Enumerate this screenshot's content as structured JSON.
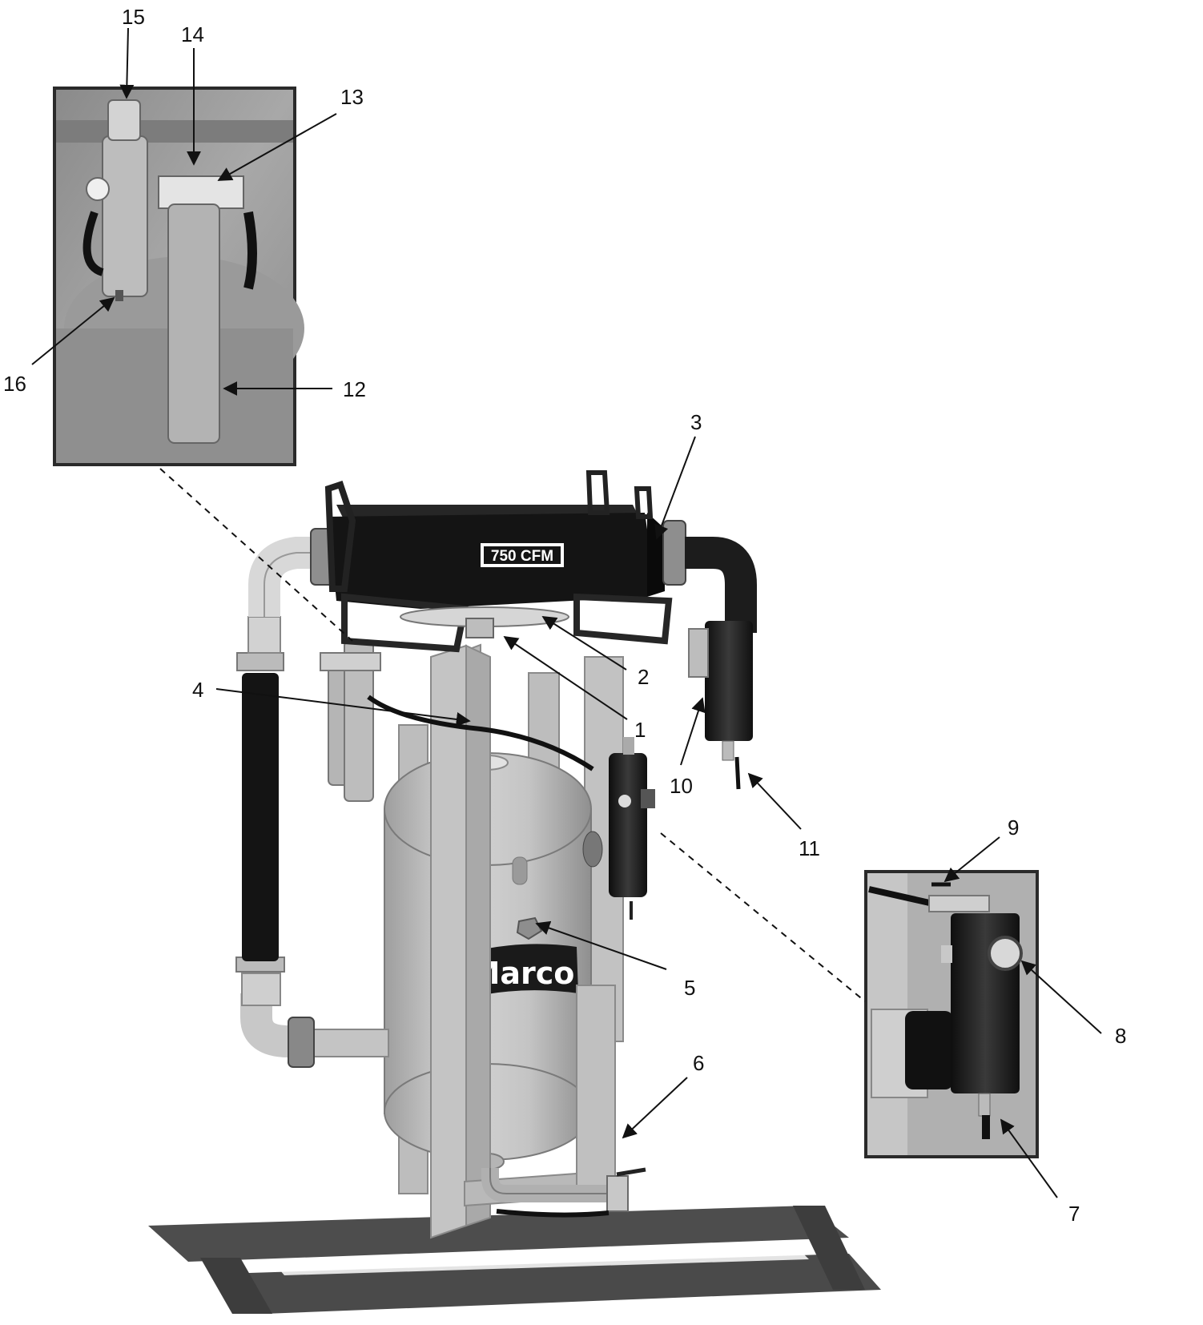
{
  "figure": {
    "nameplate_text": "750 CFM",
    "logo_text": "Marco",
    "colors": {
      "background": "#ffffff",
      "tank": "#c8c8c8",
      "tank_shade": "#a9a9a9",
      "dark_part": "#2a2a2a",
      "black_part": "#141414",
      "frame": "#bdbdbd",
      "skid": "#4d4d4d",
      "inset_bg": "#9a9a9a",
      "callout_line": "#111111"
    },
    "callouts": [
      "1",
      "2",
      "3",
      "4",
      "5",
      "6",
      "7",
      "8",
      "9",
      "10",
      "11",
      "12",
      "13",
      "14",
      "15",
      "16"
    ]
  }
}
